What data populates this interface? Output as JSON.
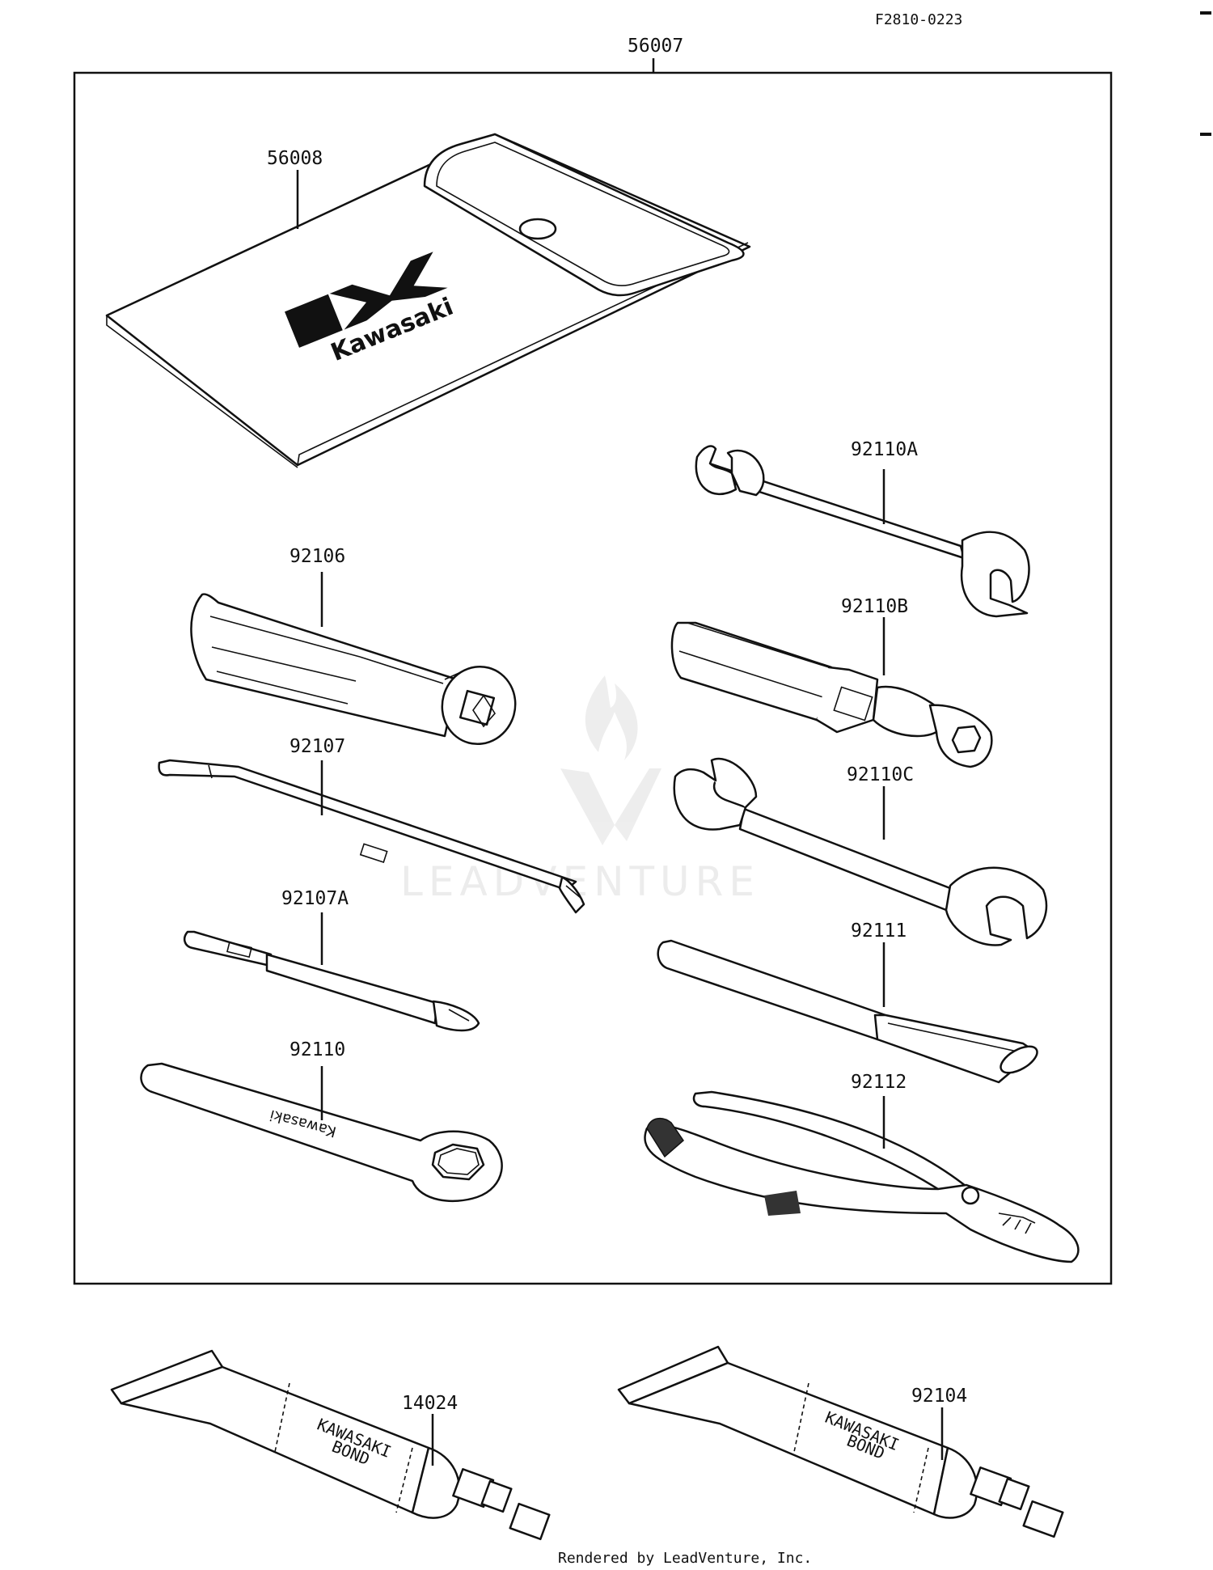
{
  "figure_code": "F2810-0223",
  "footer": "Rendered by LeadVenture, Inc.",
  "watermark": "LEADVENTURE",
  "brand": "Kawasaki",
  "tube_print_line1": "KAWASAKI",
  "tube_print_line2": "BOND",
  "parts": {
    "kit": "56007",
    "pouch": "56008",
    "wrench_a": "92110A",
    "screwdriver_grip": "92106",
    "plug_wrench_b": "92110B",
    "screwdriver": "92107",
    "wrench_c": "92110C",
    "screwdriver_a": "92107A",
    "extension": "92111",
    "box_wrench": "92110",
    "pliers": "92112",
    "bond_left": "14024",
    "bond_right": "92104"
  },
  "colors": {
    "ink": "#111111",
    "paper": "#ffffff",
    "watermark": "#ececec"
  }
}
